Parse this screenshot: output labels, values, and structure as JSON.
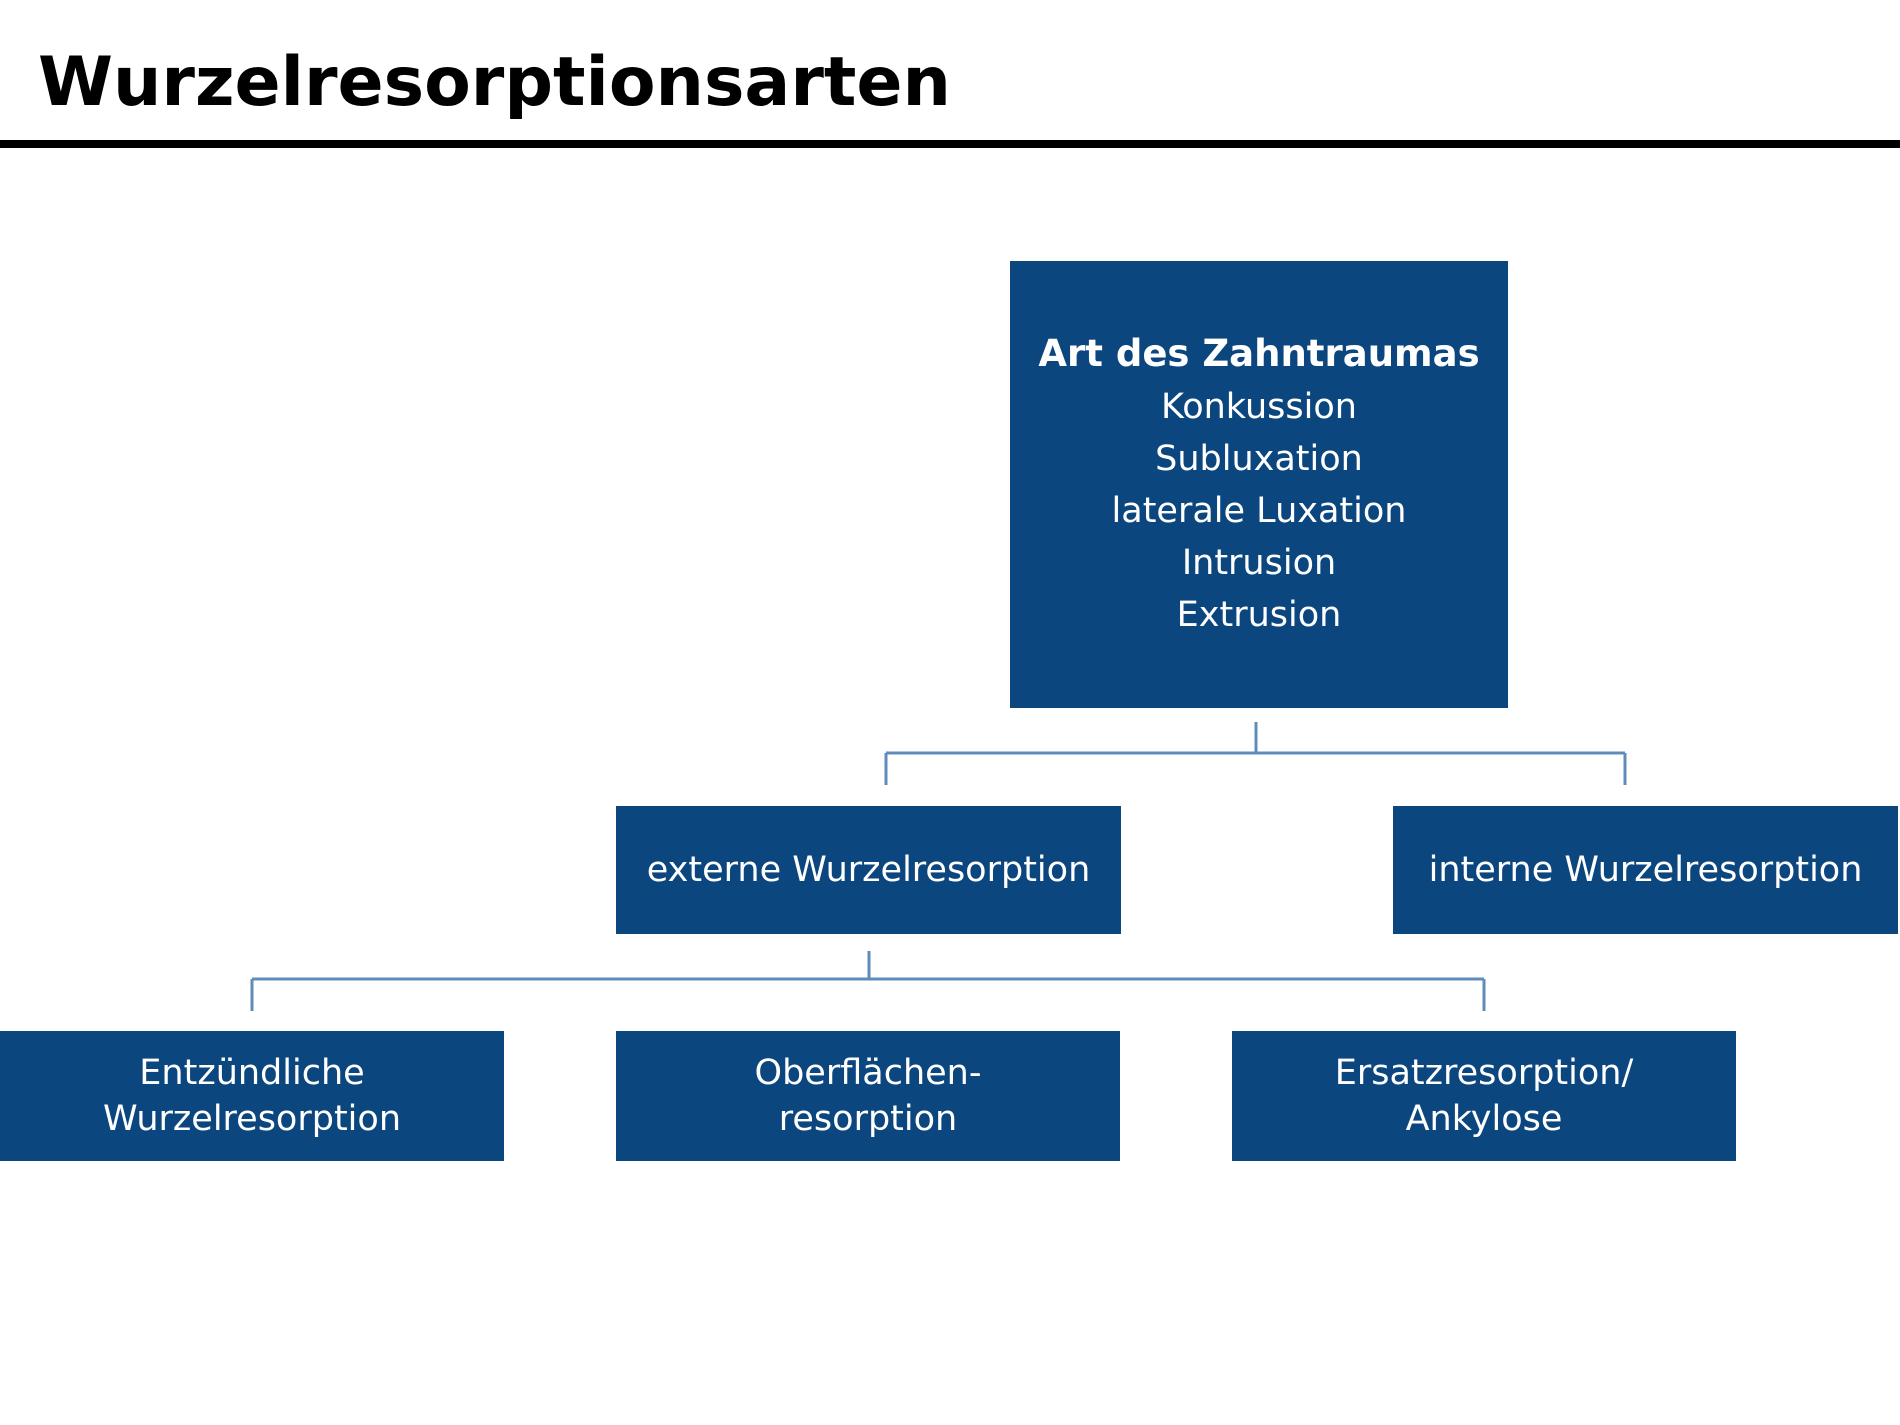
{
  "title": "Wurzelresorptionsarten",
  "colors": {
    "box_fill": "#0c467f",
    "box_text": "#ffffff",
    "connector": "#5f8cba",
    "title_text": "#000000",
    "title_rule": "#000000"
  },
  "root": {
    "heading": "Art des Zahntraumas",
    "items": [
      "Konkussion",
      "Subluxation",
      "laterale Luxation",
      "Intrusion",
      "Extrusion"
    ]
  },
  "level2": {
    "external": "externe Wurzelresorption",
    "internal": "interne Wurzelresorption"
  },
  "level3": [
    {
      "line1": "Entzündliche",
      "line2": "Wurzelresorption"
    },
    {
      "line1": "Oberflächen-",
      "line2": "resorption"
    },
    {
      "line1": "Ersatzresorption/",
      "line2": "Ankylose"
    }
  ]
}
